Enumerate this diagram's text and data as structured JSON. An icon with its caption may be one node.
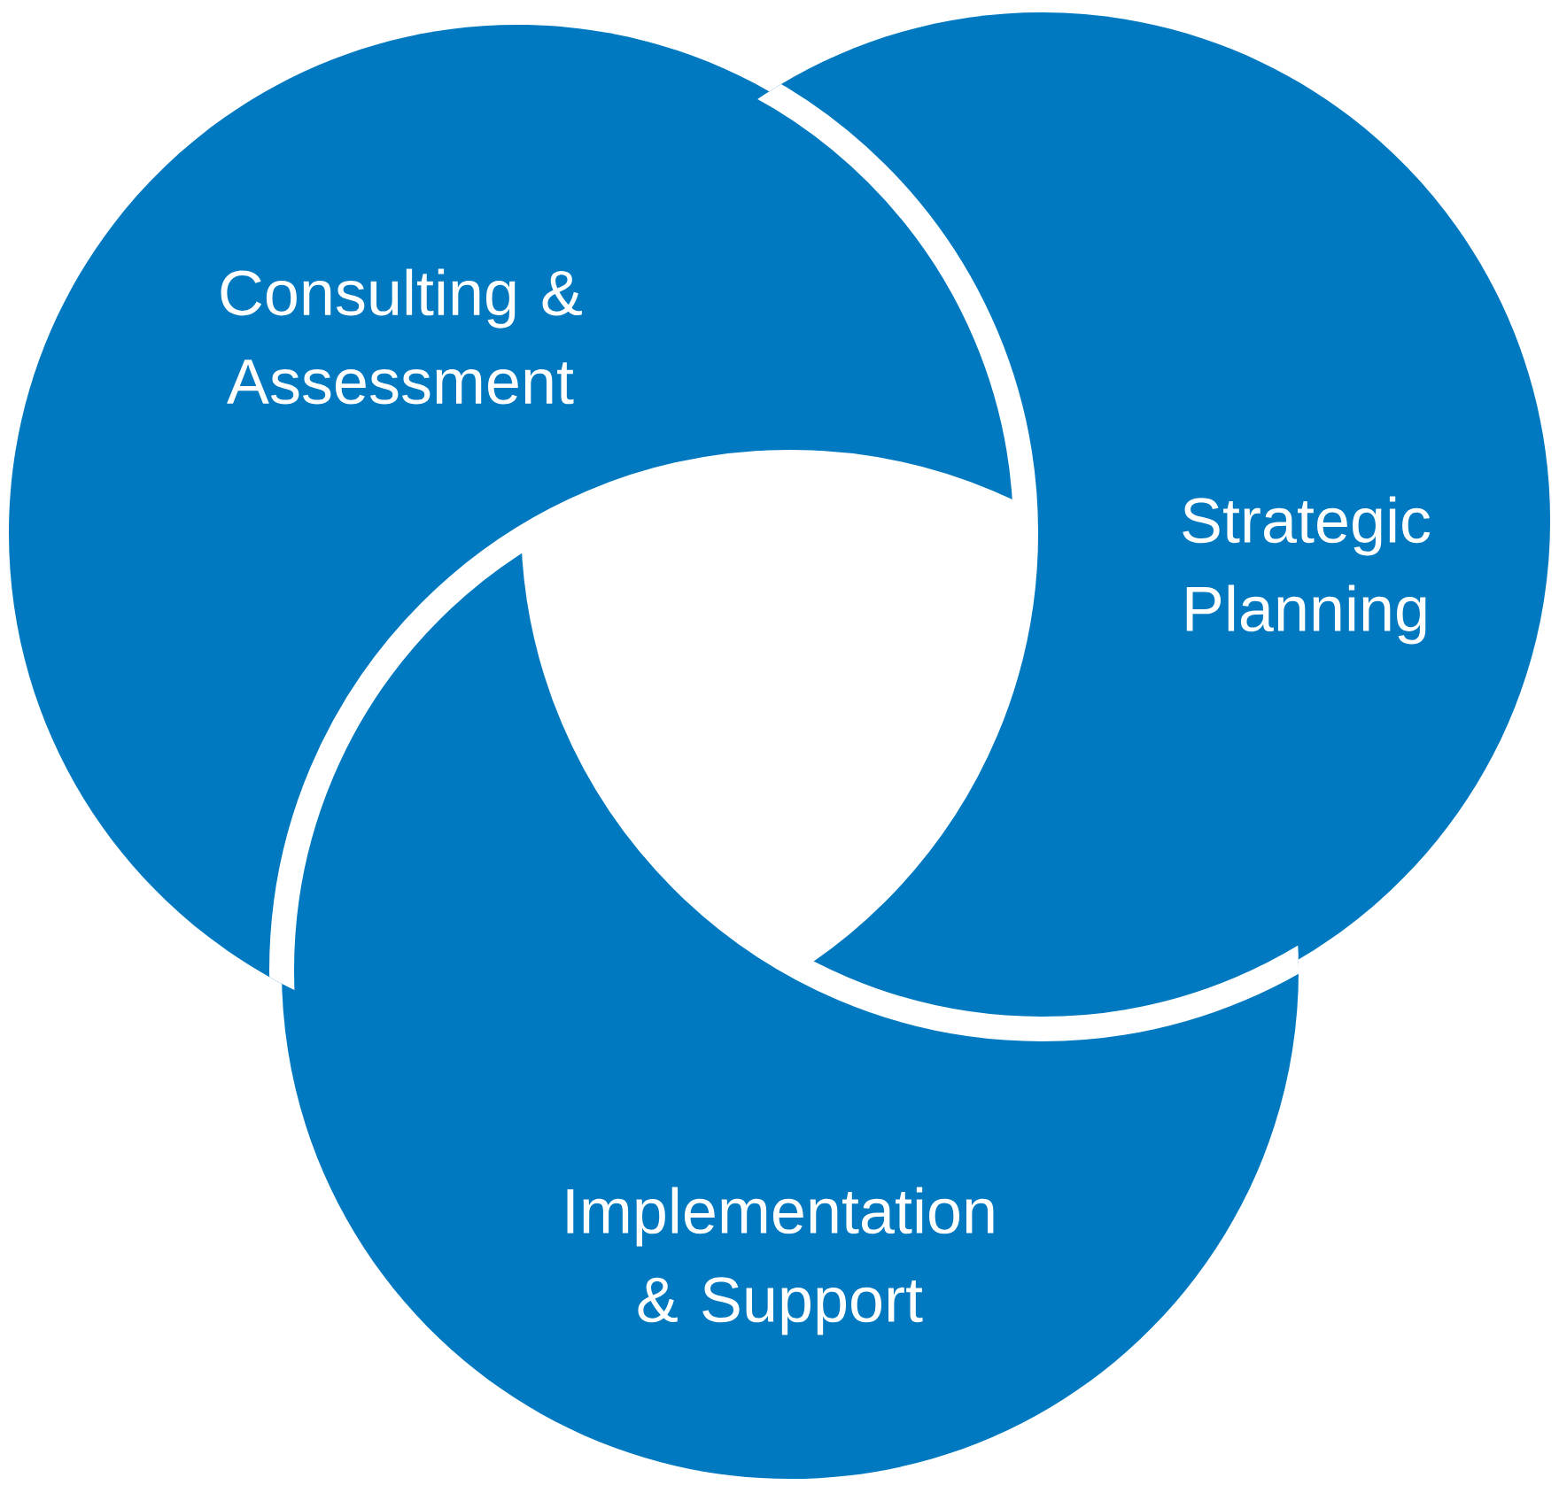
{
  "diagram": {
    "nodes": [
      {
        "text": [
          "Consulting & Assessment"
        ]
      },
      {
        "text": [
          "Strategic Planning"
        ]
      },
      {
        "text": [
          "Implementation & Support"
        ]
      }
    ]
  }
}
